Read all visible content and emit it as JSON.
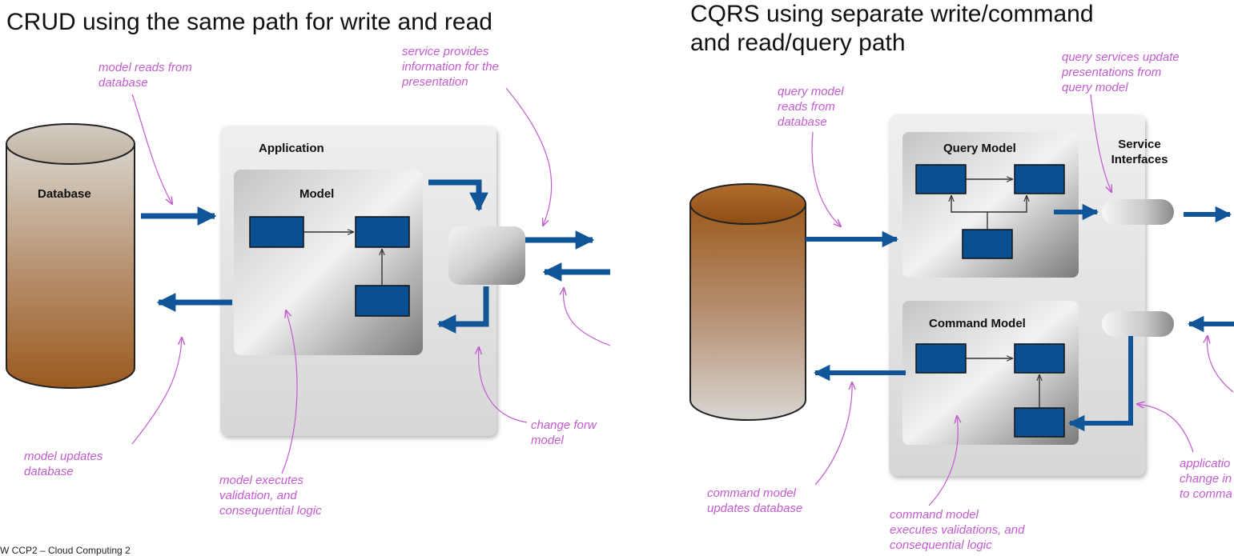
{
  "left": {
    "title": "CRUD using the same path for write and read",
    "labels": {
      "database": "Database",
      "application": "Application",
      "model": "Model"
    },
    "annotations": {
      "model_reads": "model reads from\ndatabase",
      "service_provides": "service provides\ninformation for the\npresentation",
      "model_updates": "model updates\ndatabase",
      "model_executes": "model executes\nvalidation, and\nconsequential logic",
      "change_forwards": "change forw\nmodel"
    }
  },
  "right": {
    "title": "CQRS using separate write/command\nand read/query path",
    "labels": {
      "query_model": "Query Model",
      "command_model": "Command Model",
      "service_interfaces": "Service\nInterfaces"
    },
    "annotations": {
      "query_reads": "query model\nreads from\ndatabase",
      "query_services": "query services update\npresentations from\nquery model",
      "command_updates": "command model\nupdates database",
      "command_executes": "command model\nexecutes validations, and\nconsequential logic",
      "application_change": "applicatio\nchange in\nto comma"
    }
  },
  "footer": "W CCP2 – Cloud Computing 2",
  "colors": {
    "arrow": "#0f5597",
    "box_fill": "#0b4f93",
    "annotation": "#c25bd0",
    "db_light": "#d9d6cf",
    "db_dark": "#9a5a1e"
  }
}
